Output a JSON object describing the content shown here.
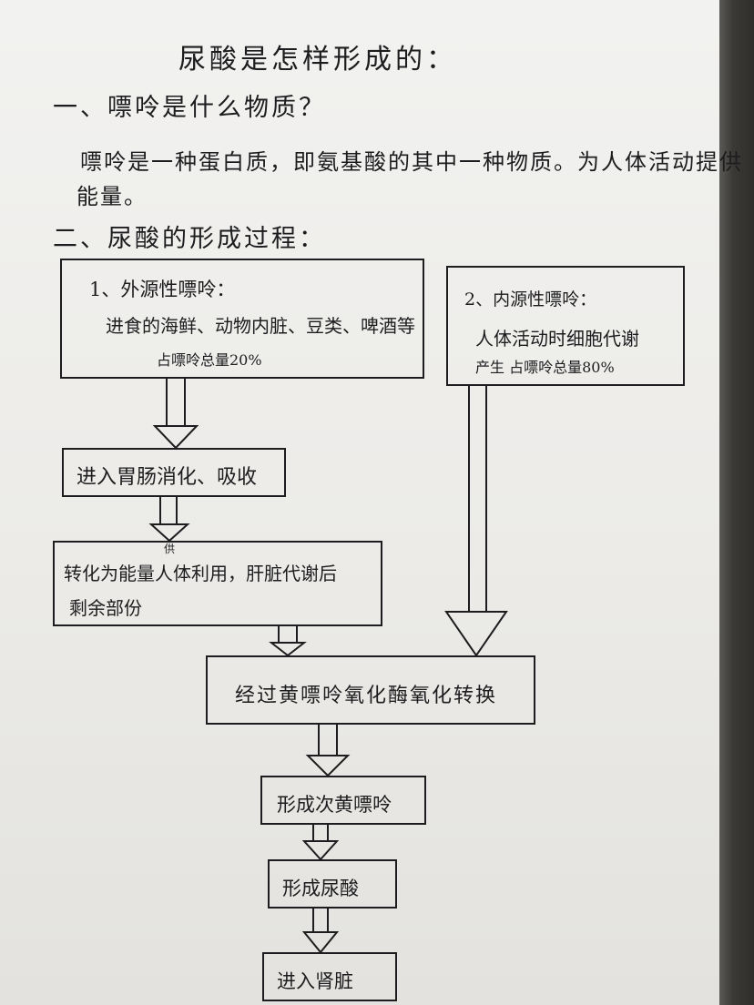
{
  "title": "尿酸是怎样形成的：",
  "section1": {
    "heading": "一、嘌呤是什么物质？",
    "line1": "嘌呤是一种蛋白质，即氨基酸的其中一种物质。为人体活动提供",
    "line2": "能量。"
  },
  "section2": {
    "heading": "二、尿酸的形成过程："
  },
  "flow": {
    "exogenous": {
      "label": "1、外源性嘌呤：",
      "line1": "进食的海鲜、动物内脏、豆类、啤酒等",
      "line2": "占嘌呤总量20%"
    },
    "endogenous": {
      "label": "2、内源性嘌呤：",
      "line1": "人体活动时细胞代谢",
      "line2": "产生   占嘌呤总量80%"
    },
    "digest": "进入胃肠消化、吸收",
    "convert": {
      "insert": "供",
      "line1": "转化为能量人体利用，肝脏代谢后",
      "line2": "剩余部份"
    },
    "oxidase": "经过黄嘌呤氧化酶氧化转换",
    "xanthine": "形成次黄嘌呤",
    "uric_acid": "形成尿酸",
    "kidney": "进入肾脏"
  }
}
